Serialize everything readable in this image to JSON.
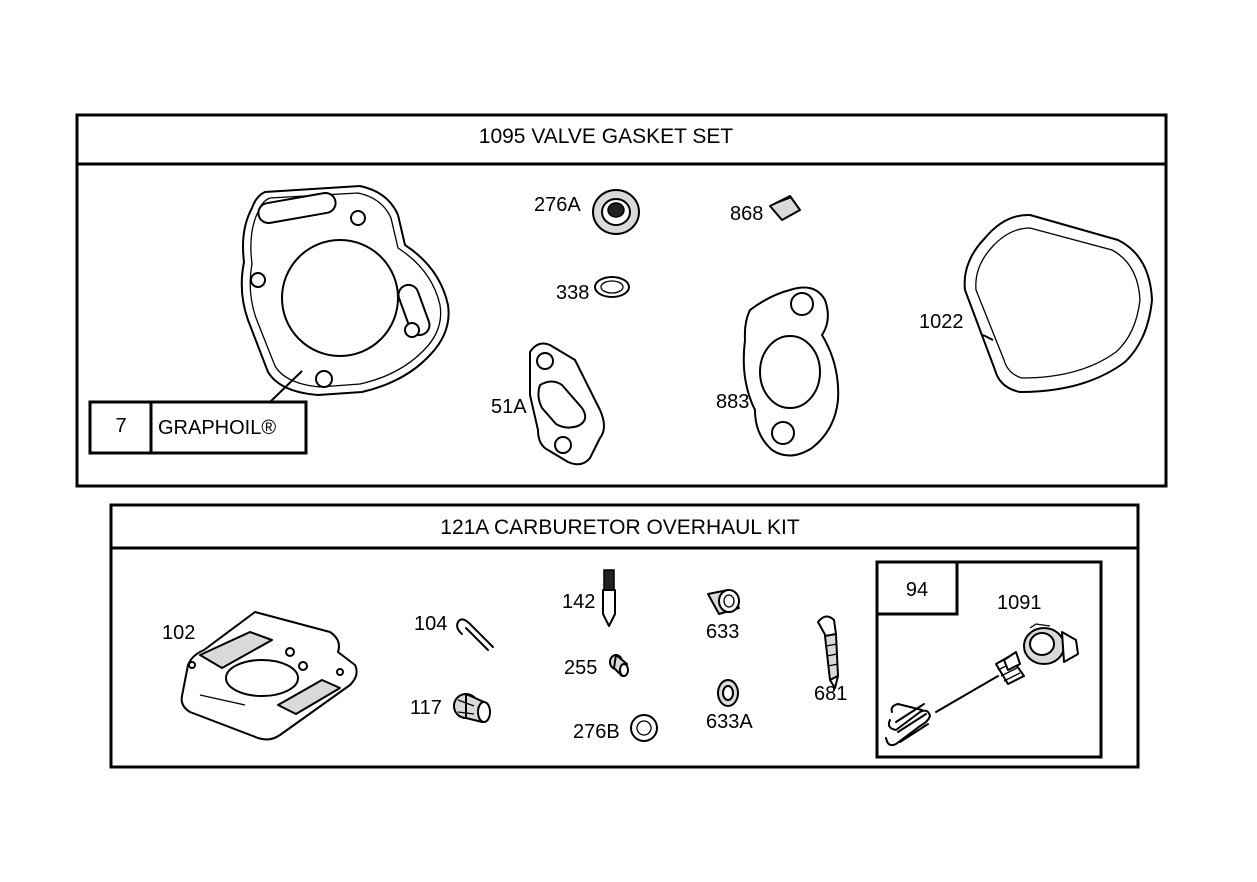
{
  "sections": {
    "valve_gasket_set": {
      "title": "1095 VALVE GASKET SET",
      "note_box": {
        "number": "7",
        "text": "GRAPHOIL®"
      },
      "parts": {
        "p276a": "276A",
        "p868": "868",
        "p338": "338",
        "p1022": "1022",
        "p51a": "51A",
        "p883": "883"
      }
    },
    "carburetor_kit": {
      "title": "121A CARBURETOR OVERHAUL KIT",
      "sub_box": {
        "number": "94",
        "part": "1091"
      },
      "parts": {
        "p102": "102",
        "p104": "104",
        "p117": "117",
        "p142": "142",
        "p255": "255",
        "p276b": "276B",
        "p633": "633",
        "p633a": "633A",
        "p681": "681"
      }
    }
  }
}
